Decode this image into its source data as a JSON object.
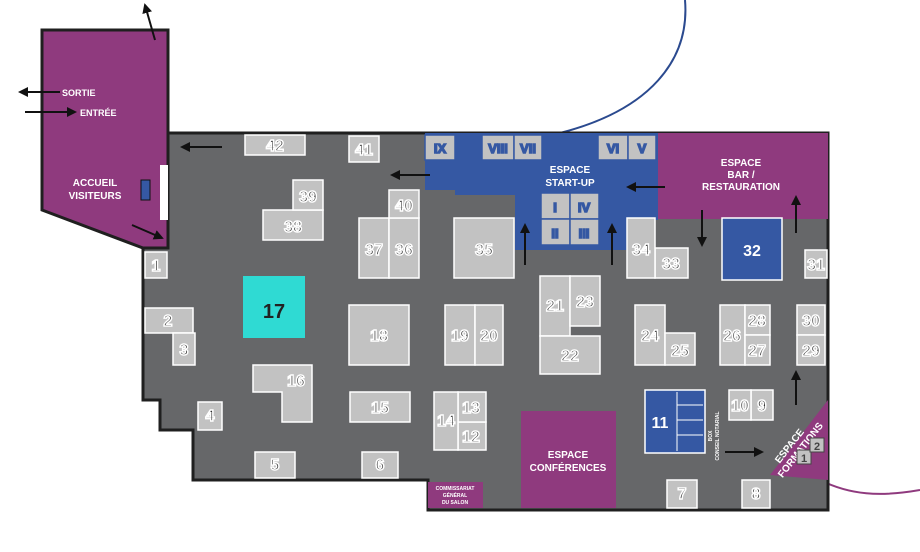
{
  "colors": {
    "floor": "#666769",
    "floor_outline": "#1f1f1f",
    "stand": "#c2c2c2",
    "stand_highlight": "#2fdad3",
    "zone_purple": "#8f3a7e",
    "zone_blue": "#3558a3",
    "arrow": "#111111"
  },
  "labels": {
    "sortie": "SORTIE",
    "entree": "ENTRÉE",
    "accueil": "ACCUEIL",
    "visiteurs": "VISITEURS",
    "startup_1": "ESPACE",
    "startup_2": "START-UP",
    "bar_1": "ESPACE",
    "bar_2": "BAR /",
    "bar_3": "RESTAURATION",
    "conf_1": "ESPACE",
    "conf_2": "CONFÉRENCES",
    "formations_1": "ESPACE",
    "formations_2": "FORMATIONS",
    "box_1": "BOX",
    "box_2": "CONSEIL NOTARIAL",
    "commissariat_1": "COMMISSARIAT",
    "commissariat_2": "GÉNÉRAL",
    "commissariat_3": "DU SALON"
  },
  "stands": {
    "s1": "1",
    "s2": "2",
    "s3": "3",
    "s4": "4",
    "s5": "5",
    "s6": "6",
    "s7": "7",
    "s8": "8",
    "s9": "9",
    "s10": "10",
    "s11": "11",
    "s12": "12",
    "s13": "13",
    "s14": "14",
    "s15": "15",
    "s16": "16",
    "s17": "17",
    "s18": "18",
    "s19": "19",
    "s20": "20",
    "s21": "21",
    "s22": "22",
    "s23": "23",
    "s24": "24",
    "s25": "25",
    "s26": "26",
    "s27": "27",
    "s28": "28",
    "s29": "29",
    "s30": "30",
    "s31": "31",
    "s32": "32",
    "s33": "33",
    "s34": "34",
    "s35": "35",
    "s36": "36",
    "s37": "37",
    "s38": "38",
    "s39": "39",
    "s40": "40",
    "s41": "41",
    "s42": "42"
  },
  "startup_stands": {
    "i": "I",
    "ii": "II",
    "iii": "III",
    "iv": "IV",
    "v": "V",
    "vi": "VI",
    "vii": "VII",
    "viii": "VIII",
    "ix": "IX"
  },
  "formation_stands": {
    "f1": "1",
    "f2": "2"
  }
}
